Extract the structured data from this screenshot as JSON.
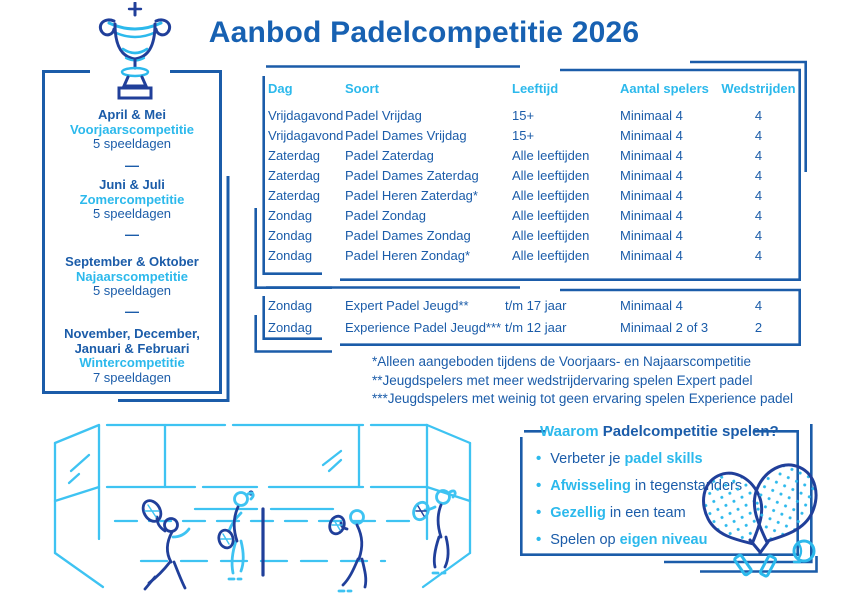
{
  "page": {
    "title": "Aanbod Padelcompetitie 2026"
  },
  "colors": {
    "dark_blue": "#1B5CA9",
    "navy": "#203F9A",
    "cyan": "#2CB9EC",
    "illustration_cyan": "#3EC3F2"
  },
  "sidebar": {
    "divider": "—",
    "seasons": [
      {
        "months": "April & Mei",
        "name": "Voorjaarscompetitie",
        "days": "5 speeldagen"
      },
      {
        "months": "Juni & Juli",
        "name": "Zomercompetitie",
        "days": "5 speeldagen"
      },
      {
        "months": "September & Oktober",
        "name": "Najaarscompetitie",
        "days": "5 speeldagen"
      },
      {
        "months": "November, December, Januari & Februari",
        "name": "Wintercompetitie",
        "days": "7 speeldagen"
      }
    ]
  },
  "table": {
    "headers": [
      "Dag",
      "Soort",
      "Leeftijd",
      "Aantal spelers",
      "Wedstrijden"
    ],
    "rows": [
      [
        "Vrijdagavond",
        "Padel Vrijdag",
        "15+",
        "Minimaal 4",
        "4"
      ],
      [
        "Vrijdagavond",
        "Padel Dames Vrijdag",
        "15+",
        "Minimaal 4",
        "4"
      ],
      [
        "Zaterdag",
        "Padel Zaterdag",
        "Alle leeftijden",
        "Minimaal 4",
        "4"
      ],
      [
        "Zaterdag",
        "Padel Dames Zaterdag",
        "Alle leeftijden",
        "Minimaal 4",
        "4"
      ],
      [
        "Zaterdag",
        "Padel Heren Zaterdag*",
        "Alle leeftijden",
        "Minimaal 4",
        "4"
      ],
      [
        "Zondag",
        "Padel Zondag",
        "Alle leeftijden",
        "Minimaal 4",
        "4"
      ],
      [
        "Zondag",
        "Padel Dames Zondag",
        "Alle leeftijden",
        "Minimaal 4",
        "4"
      ],
      [
        "Zondag",
        "Padel Heren Zondag*",
        "Alle leeftijden",
        "Minimaal 4",
        "4"
      ]
    ]
  },
  "youth_table": {
    "rows": [
      [
        "Zondag",
        "Expert Padel Jeugd**",
        "t/m 17 jaar",
        "Minimaal 4",
        "4"
      ],
      [
        "Zondag",
        "Experience Padel Jeugd***",
        "t/m 12 jaar",
        "Minimaal 2 of 3",
        "2"
      ]
    ]
  },
  "footnotes": [
    "*Alleen aangeboden tijdens de Voorjaars- en Najaarscompetitie",
    "**Jeugdspelers met meer wedstrijdervaring spelen Expert padel",
    "***Jeugdspelers met weinig tot geen ervaring spelen Experience padel"
  ],
  "why": {
    "title_highlight": "Waarom",
    "title_rest": " Padelcompetitie spelen?",
    "bullets": [
      {
        "pre": "Verbeter je ",
        "highlight": "padel skills",
        "post": ""
      },
      {
        "pre": "",
        "highlight": "Afwisseling",
        "post": " in tegenstanders"
      },
      {
        "pre": "",
        "highlight": "Gezellig",
        "post": " in een team"
      },
      {
        "pre": "Spelen op ",
        "highlight": "eigen niveau",
        "post": ""
      }
    ]
  },
  "icons": {
    "trophy": "trophy-icon",
    "court": "padel-court-illustration",
    "rackets": "padel-rackets-icon"
  }
}
